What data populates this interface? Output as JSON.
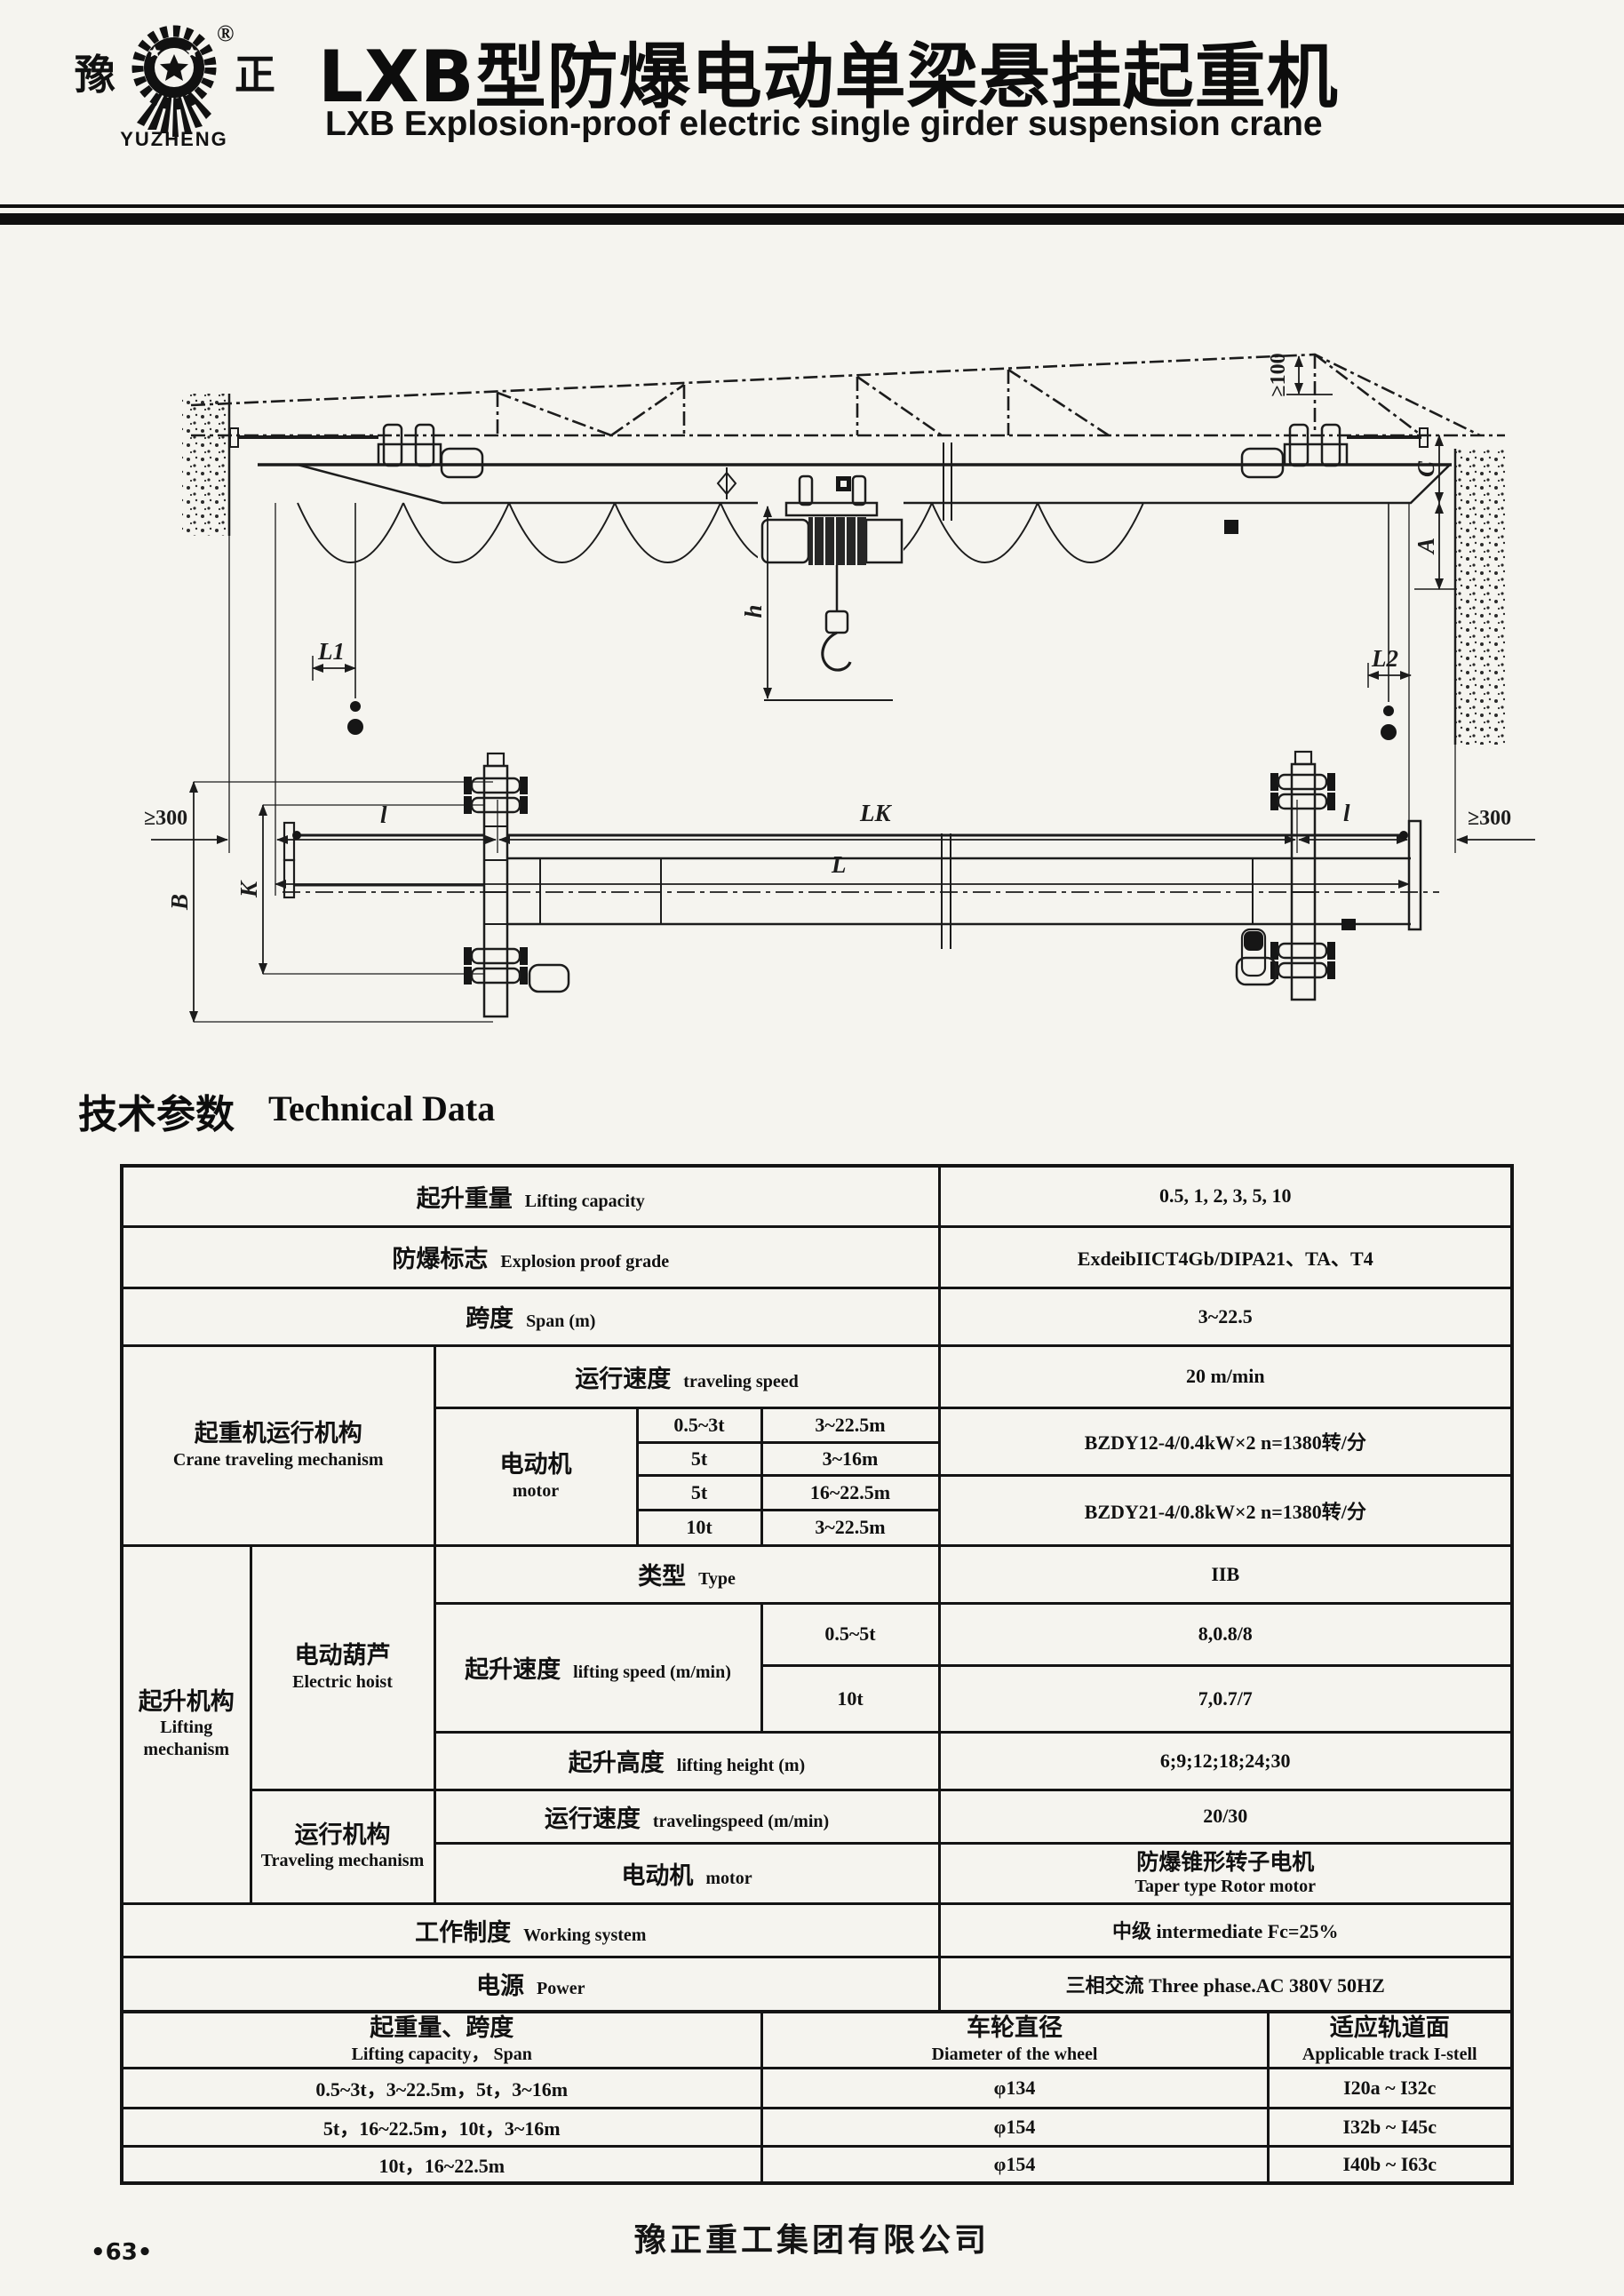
{
  "header": {
    "logo_zh_left": "豫",
    "logo_zh_right": "正",
    "logo_reg": "®",
    "logo_en": "YUZHENG",
    "title_zh": "LXB型防爆电动单梁悬挂起重机",
    "title_en": "LXB  Explosion-proof electric single girder suspension crane"
  },
  "drawing": {
    "dims": {
      "ge300": "≥300",
      "ge100": "≥100",
      "l": "l",
      "lk": "LK",
      "L": "L",
      "l1": "L1",
      "l2": "L2",
      "h": "h",
      "A": "A",
      "C": "C",
      "B": "B",
      "K": "K"
    }
  },
  "section": {
    "zh": "技术参数",
    "en": "Technical Data"
  },
  "table": {
    "lifting_capacity": {
      "zh": "起升重量",
      "en": "Lifting capacity",
      "value": "0.5, 1, 2, 3, 5, 10"
    },
    "explosion": {
      "zh": "防爆标志",
      "en": "Explosion proof grade",
      "value": "ExdeibIICT4Gb/DIPA21、TA、T4"
    },
    "span": {
      "zh": "跨度",
      "en": "Span (m)",
      "value": "3~22.5"
    },
    "crane_mech": {
      "zh": "起重机运行机构",
      "en": "Crane traveling mechanism"
    },
    "trav_speed": {
      "zh": "运行速度",
      "en": "traveling speed",
      "value": "20 m/min"
    },
    "motor": {
      "zh": "电动机",
      "en": "motor"
    },
    "motor_rows": [
      {
        "cap": "0.5~3t",
        "span": "3~22.5m"
      },
      {
        "cap": "5t",
        "span": "3~16m"
      },
      {
        "cap": "5t",
        "span": "16~22.5m"
      },
      {
        "cap": "10t",
        "span": "3~22.5m"
      }
    ],
    "motor_value_1": "BZDY12-4/0.4kW×2  n=1380转/分",
    "motor_value_2": "BZDY21-4/0.8kW×2  n=1380转/分",
    "lift_mech": {
      "zh": "起升机构",
      "en": "Lifting mechanism"
    },
    "hoist": {
      "zh": "电动葫芦",
      "en": "Electric hoist"
    },
    "type": {
      "zh": "类型",
      "en": "Type",
      "value": "IIB"
    },
    "lift_speed": {
      "zh": "起升速度",
      "en": "lifting speed (m/min)"
    },
    "lift_speed_rows": [
      {
        "cap": "0.5~5t",
        "value": "8,0.8/8"
      },
      {
        "cap": "10t",
        "value": "7,0.7/7"
      }
    ],
    "lift_height": {
      "zh": "起升高度",
      "en": "lifting height (m)",
      "value": "6;9;12;18;24;30"
    },
    "hoist_trav": {
      "zh": "运行机构",
      "en": "Traveling mechanism"
    },
    "hoist_trav_speed": {
      "zh": "运行速度",
      "en": "travelingspeed (m/min)",
      "value": "20/30"
    },
    "hoist_motor": {
      "zh": "电动机",
      "en": "motor",
      "value_zh": "防爆锥形转子电机",
      "value_en": "Taper type Rotor motor"
    },
    "working": {
      "zh": "工作制度",
      "en": "Working system",
      "value": "中级 intermediate  Fc=25%"
    },
    "power": {
      "zh": "电源",
      "en": "Power",
      "value": "三相交流 Three phase.AC 380V 50HZ"
    }
  },
  "table2": {
    "headers": [
      {
        "zh": "起重量、跨度",
        "en": "Lifting capacity，  Span"
      },
      {
        "zh": "车轮直径",
        "en": "Diameter of the wheel"
      },
      {
        "zh": "适应轨道面",
        "en": "Applicable track I-stell"
      }
    ],
    "rows": [
      {
        "c1": "0.5~3t，3~22.5m，5t，3~16m",
        "c2": "φ134",
        "c3": "I20a ~ I32c"
      },
      {
        "c1": "5t，16~22.5m，10t，3~16m",
        "c2": "φ154",
        "c3": "I32b ~ I45c"
      },
      {
        "c1": "10t，16~22.5m",
        "c2": "φ154",
        "c3": "I40b ~ I63c"
      }
    ]
  },
  "footer": {
    "company": "豫正重工集团有限公司",
    "page": "•63•"
  }
}
